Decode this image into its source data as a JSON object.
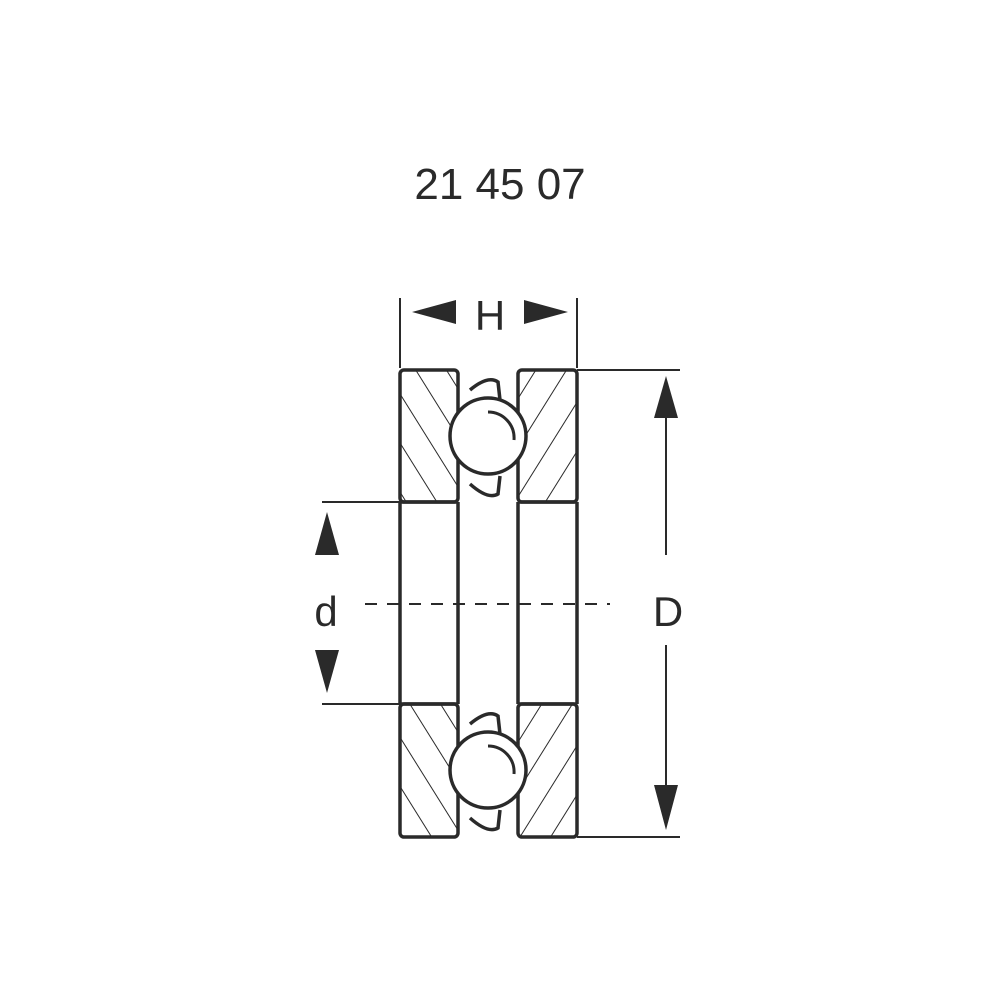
{
  "title": "21 45 07",
  "diagram": {
    "type": "thrust ball bearing cross-section",
    "labels": {
      "width": "H",
      "inner_diameter": "d",
      "outer_diameter": "D"
    },
    "colors": {
      "line": "#2a2a2a",
      "background": "#ffffff"
    }
  }
}
